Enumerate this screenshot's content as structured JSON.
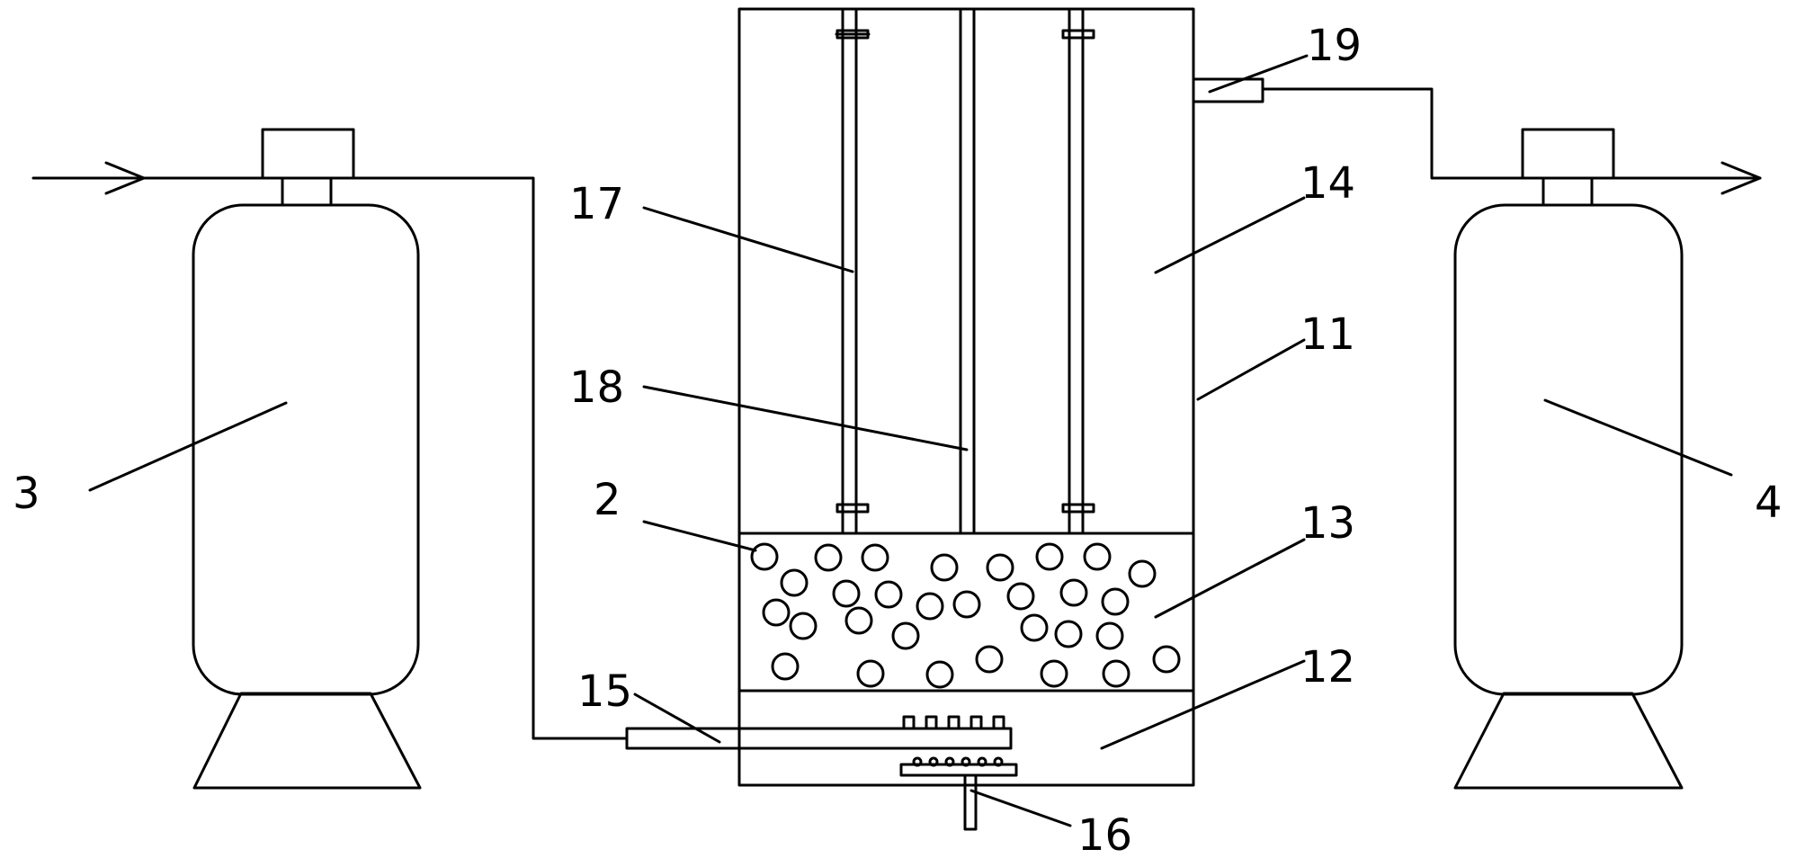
{
  "labels": {
    "tank_left": "3",
    "tank_right": "4",
    "beads": "2",
    "shell": "11",
    "bottom_chamber": "12",
    "media_layer": "13",
    "upper_chamber": "14",
    "inlet_pipe": "15",
    "bottom_fitting": "16",
    "rods": "17",
    "center_rod": "18",
    "outlet": "19"
  },
  "colors": {
    "stroke": "#000000",
    "background": "#ffffff"
  }
}
